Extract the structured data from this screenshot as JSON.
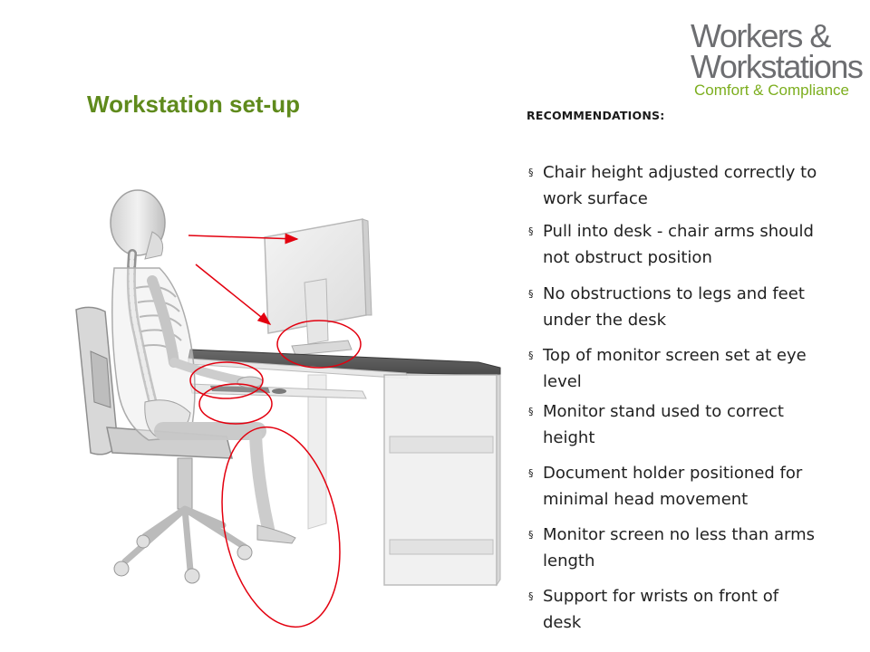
{
  "logo": {
    "line1": "Workers &",
    "line2": "Workstations",
    "line3": "Comfort & Compliance"
  },
  "title": "Workstation set-up",
  "recommendations": {
    "heading": "RECOMMENDATIONS:",
    "bullet": "§",
    "items": [
      "Chair height adjusted correctly to work surface",
      "Pull into desk - chair arms should not obstruct position",
      "No obstructions to legs and feet under the desk",
      "Top of monitor screen set at eye level",
      "Monitor stand used to correct height",
      "Document holder positioned for minimal head movement",
      "Monitor screen no less than arms length",
      "Support for wrists on front of desk"
    ]
  },
  "colors": {
    "title": "#5f8a1c",
    "logo_green": "#7cae1e",
    "logo_gray": "#6d6e71",
    "annotation_red": "#e3000f"
  }
}
